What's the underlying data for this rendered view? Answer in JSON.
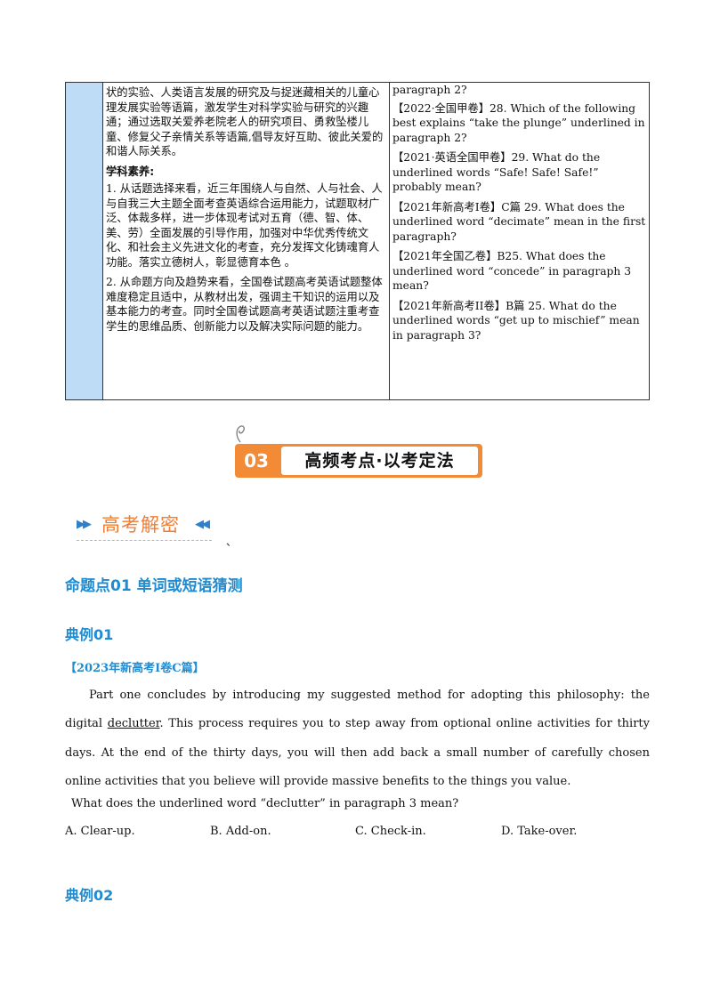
{
  "table": {
    "middle_intro": "状的实验、人类语言发展的研究及与捉迷藏相关的儿童心理发展实验等语篇，激发学生对科学实验与研究的兴趣通；通过选取关爱养老院老人的研究项目、勇救坠楼儿童、修复父子亲情关系等语篇,倡导友好互助、彼此关爱的和谐人际关系。",
    "middle_subtitle": "学科素养:",
    "middle_points": [
      "1. 从话题选择来看，近三年围绕人与自然、人与社会、人与自我三大主题全面考查英语综合运用能力，试题取材广泛、体裁多样，进一步体现考试对五育（德、智、体、美、劳）全面发展的引导作用，加强对中华优秀传统文化、和社会主义先进文化的考查，充分发挥文化铸魂育人功能。落实立德树人，彰显德育本色 。",
      "2. 从命题方向及趋势来看，全国卷试题高考英语试题整体难度稳定且适中，从教材出发，强调主干知识的运用以及基本能力的考查。同时全国卷试题高考英语试题注重考查学生的思维品质、创新能力以及解决实际问题的能力。"
    ],
    "right_items": [
      "paragraph 2?",
      "【2022·全国甲卷】28. Which of the following best explains “take the plunge” underlined in paragraph 2?",
      "【2021·英语全国甲卷】29. What do the underlined words “Safe! Safe! Safe!” probably mean?",
      "【2021年新高考I卷】C篇 29. What does the underlined word “decimate” mean in the first paragraph?",
      "【2021年全国乙卷】B25. What does the underlined word “concede” in paragraph 3 mean?",
      "【2021年新高考II卷】B篇 25. What do the underlined words “get up to mischief” mean in paragraph 3?"
    ]
  },
  "banner": {
    "number": "03",
    "title": "高频考点·以考定法"
  },
  "section_header": {
    "title": "高考解密",
    "trailing_mark": "、"
  },
  "point_title": "命题点01 单词或短语猜测",
  "example1": {
    "title": "典例01",
    "source": "【2023年新高考I卷C篇】",
    "passage_before": "Part one concludes by introducing my suggested method for adopting this philosophy: the digital ",
    "passage_underlined": "declutter",
    "passage_after": ". This process requires you to step away from optional online activities for thirty days. At the end of the thirty days, you will then add back a small number of carefully chosen online activities that you believe will provide massive benefits to the things you value.",
    "question": "What does the underlined word “declutter” in paragraph 3 mean?",
    "options": [
      "A.  Clear-up.",
      "B.  Add-on.",
      "C.  Check-in.",
      "D.  Take-over."
    ]
  },
  "example2": {
    "title": "典例02"
  },
  "colors": {
    "blue_heading": "#1f8bd0",
    "orange": "#f28a36",
    "left_column": "#bfdcf6"
  }
}
